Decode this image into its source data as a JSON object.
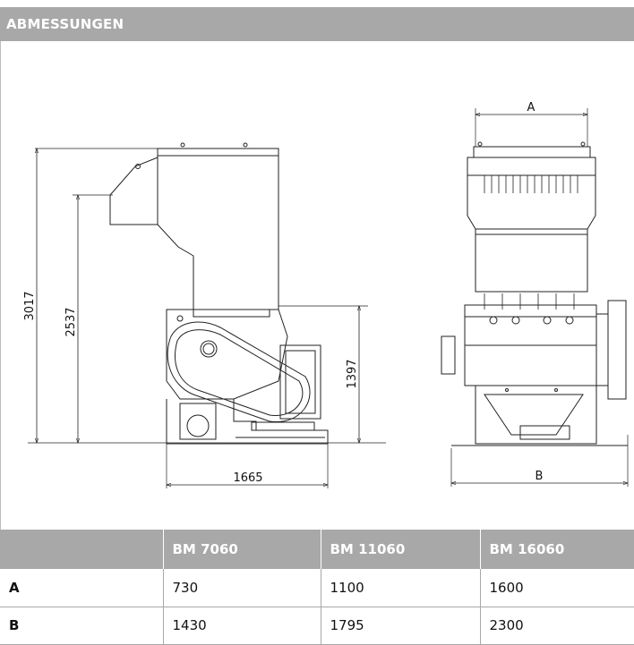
{
  "header": {
    "title": "ABMESSUNGEN"
  },
  "drawing": {
    "dim_total_height": "3017",
    "dim_infeed_height": "2537",
    "dim_outlet_height": "1397",
    "dim_length": "1665",
    "dim_a": "A",
    "dim_b": "B"
  },
  "table": {
    "columns": [
      "",
      "BM 7060",
      "BM 11060",
      "BM 16060"
    ],
    "rows": [
      {
        "label": "A",
        "values": [
          "730",
          "1100",
          "1600"
        ]
      },
      {
        "label": "B",
        "values": [
          "1430",
          "1795",
          "2300"
        ]
      }
    ]
  }
}
